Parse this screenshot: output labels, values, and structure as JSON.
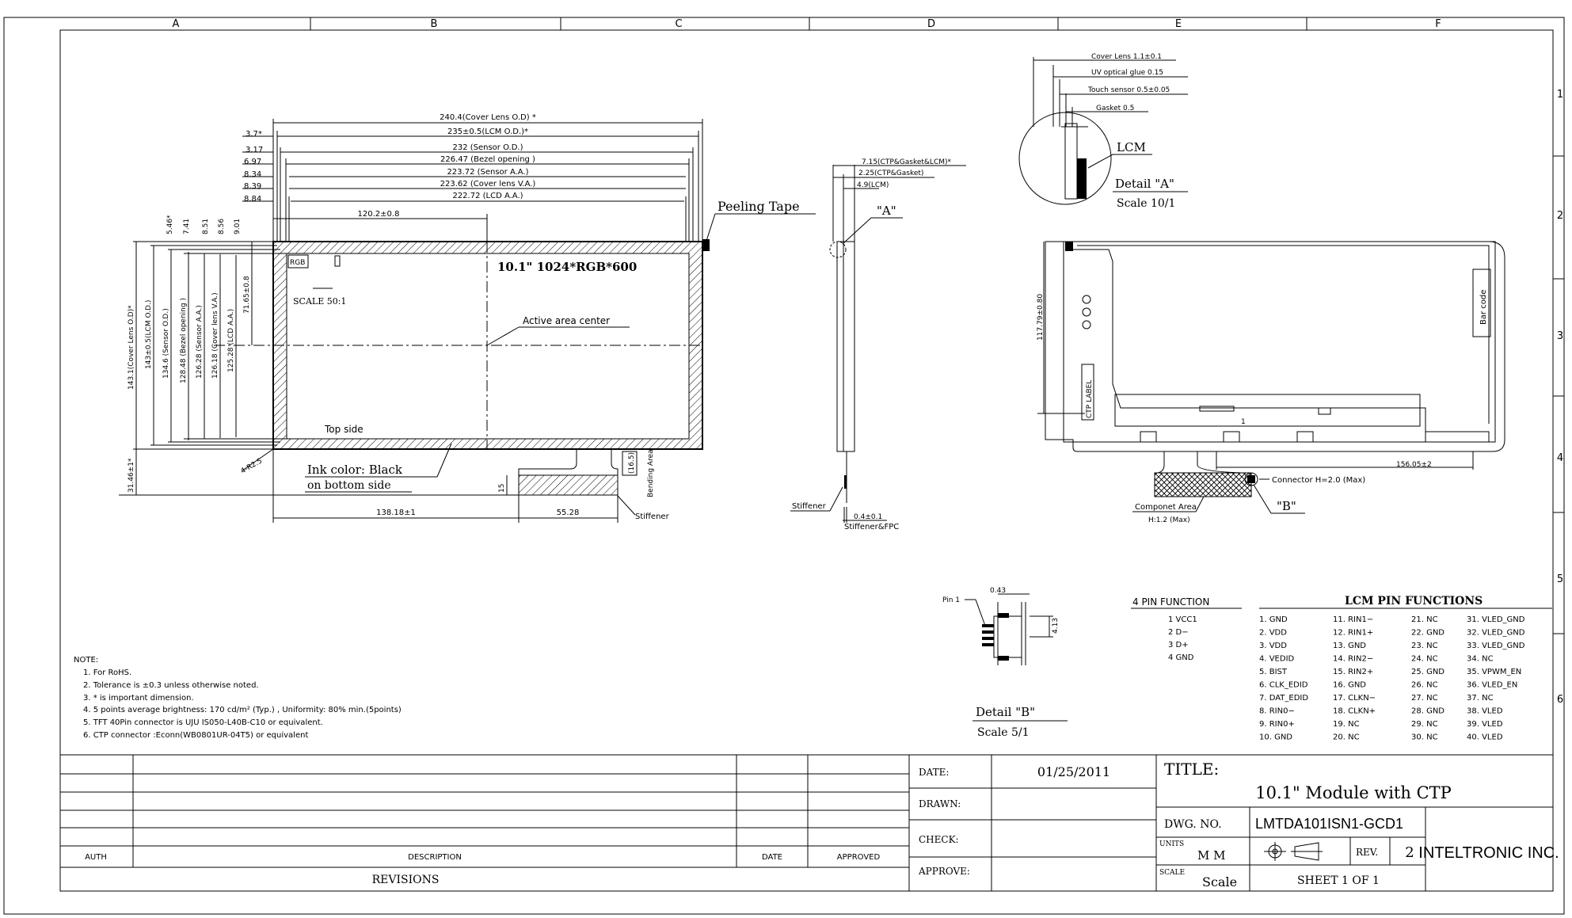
{
  "zones": {
    "columns": [
      "A",
      "B",
      "C",
      "D",
      "E",
      "F"
    ],
    "rows": [
      "1",
      "2",
      "3",
      "4",
      "5",
      "6"
    ]
  },
  "front_view": {
    "widths": [
      {
        "code": "w1",
        "text": "240.4(Cover Lens O.D) *"
      },
      {
        "code": "w2",
        "text": "235±0.5(LCM O.D.)*"
      },
      {
        "code": "w3",
        "text": "232 (Sensor O.D.)"
      },
      {
        "code": "w4",
        "text": "226.47 (Bezel opening )"
      },
      {
        "code": "w5",
        "text": "223.72 (Sensor A.A.)"
      },
      {
        "code": "w6",
        "text": "223.62 (Cover lens V.A.)"
      },
      {
        "code": "w7",
        "text": "222.72 (LCD A.A.)"
      }
    ],
    "left_offsets": [
      "3.7*",
      "3.17",
      "6.97",
      "8.34",
      "8.39",
      "8.84"
    ],
    "top_offsets": [
      "5.46*",
      "7.41",
      "8.51",
      "8.56",
      "9.01"
    ],
    "heights": [
      "143.1(Cover Lens O.D)*",
      "143±0.5(LCM O.D.)",
      "134.6 (Sensor O.D.)",
      "128.48 (Bezel opening )",
      "126.28 (Sensor A.A.)",
      "126.18 (Cover lens V.A.)",
      "125.28 (LCD A.A.)"
    ],
    "half_width": "120.2±0.8",
    "half_height": "71.65±0.8",
    "resolution": "10.1\" 1024*RGB*600",
    "rgb": "RGB",
    "scale_note": "SCALE 50:1",
    "active_center": "Active area center",
    "top_side": "Top side",
    "corner_radius": "4-R2.5",
    "ink_line1": "Ink color: Black",
    "ink_line2": "on bottom side",
    "bottom_height": "31.46±1*",
    "fpc_height": "15",
    "fpc_bend": "(16.5)",
    "bending_area": "Bending Area",
    "fpc_offset": "138.18±1",
    "fpc_width": "55.28",
    "stiffener": "Stiffener",
    "peeling_tape": "Peeling Tape"
  },
  "side_view": {
    "total": "7.15(CTP&Gasket&LCM)*",
    "ctp": "2.25(CTP&Gasket)",
    "lcm": "4.9(LCM)",
    "detail_ref": "\"A\"",
    "stiffener": "Stiffener",
    "fpc_thick": "0.4±0.1",
    "fpc_label": "Stiffener&FPC"
  },
  "detail_a": {
    "layers": [
      "Cover Lens  1.1±0.1",
      "UV optical glue  0.15",
      "Touch sensor  0.5±0.05",
      "Gasket  0.5"
    ],
    "lcm": "LCM",
    "title": "Detail  \"A\"",
    "scale": "Scale 10/1"
  },
  "back_view": {
    "height": "117.79±0.80",
    "ctp_label": "CTP LABEL",
    "bar_code": "Bar code",
    "pin1": "1",
    "fpc_length": "156.05±2",
    "connector": "Connector H=2.0 (Max)",
    "component_area": "Componet Area",
    "component_h": "H:1.2  (Max)",
    "detail_ref": "\"B\""
  },
  "detail_b": {
    "pin1": "Pin 1",
    "pitch": "0.43",
    "length": "4.13",
    "title": "Detail  \"B\"",
    "scale": "Scale 5/1"
  },
  "pin4": {
    "title": "4  PIN  FUNCTION",
    "items": [
      "1  VCC1",
      "2  D−",
      "3  D+",
      "4  GND"
    ]
  },
  "lcm_pins": {
    "title": "LCM PIN FUNCTIONS",
    "col1": [
      "1.  GND",
      "2.  VDD",
      "3.  VDD",
      "4.  VEDID",
      "5.  BIST",
      "6.  CLK_EDID",
      "7.  DAT_EDID",
      "8.  RIN0−",
      "9.  RIN0+",
      "10.  GND"
    ],
    "col2": [
      "11.  RIN1−",
      "12.  RIN1+",
      "13.  GND",
      "14.  RIN2−",
      "15.  RIN2+",
      "16.  GND",
      "17.  CLKN−",
      "18.  CLKN+",
      "19.  NC",
      "20.  NC"
    ],
    "col3": [
      "21.  NC",
      "22.  GND",
      "23.  NC",
      "24.  NC",
      "25.  GND",
      "26.  NC",
      "27.  NC",
      "28.  GND",
      "29.  NC",
      "30.  NC"
    ],
    "col4": [
      "31.  VLED_GND",
      "32.  VLED_GND",
      "33.  VLED_GND",
      "34.  NC",
      "35.  VPWM_EN",
      "36.  VLED_EN",
      "37.  NC",
      "38.  VLED",
      "39.  VLED",
      "40.  VLED"
    ]
  },
  "notes": {
    "title": "NOTE:",
    "items": [
      "1. For RoHS.",
      "2. Tolerance is ±0.3 unless otherwise noted.",
      "3. * is important dimension.",
      "4. 5 points average  brightness:  170 cd/m² (Typ.) , Uniformity: 80% min.(5points)",
      "5. TFT 40Pin connector is UJU IS050-L40B-C10 or equivalent.",
      "6. CTP connector :Econn(WB0801UR-04T5)    or equivalent"
    ]
  },
  "revisions": {
    "auth": "AUTH",
    "description": "DESCRIPTION",
    "date": "DATE",
    "approved": "APPROVED",
    "title": "REVISIONS"
  },
  "title_block": {
    "date_label": "DATE:",
    "date_value": "01/25/2011",
    "drawn_label": "DRAWN:",
    "check_label": "CHECK:",
    "approve_label": "APPROVE:",
    "title_label": "TITLE:",
    "title_value": "10.1\" Module with CTP",
    "dwg_label": "DWG. NO.",
    "dwg_value": "LMTDA101ISN1-GCD1",
    "units_label": "UNITS",
    "units_value": "M M",
    "rev_label": "REV.",
    "rev_value": "2",
    "company": "INTELTRONIC INC.",
    "scale_label": "SCALE",
    "scale_value": "Scale",
    "sheet": "SHEET  1  OF  1"
  }
}
